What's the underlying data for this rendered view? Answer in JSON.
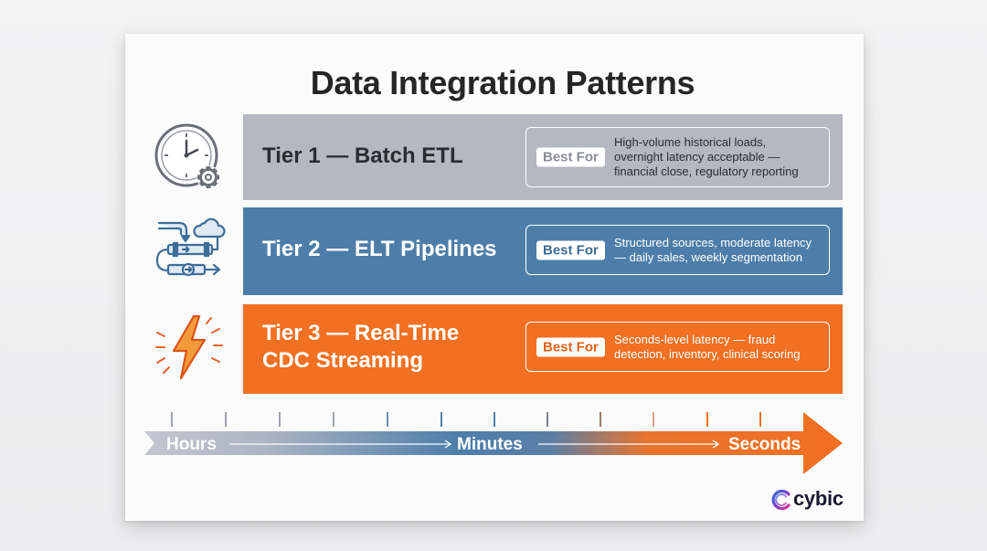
{
  "title": "Data Integration Patterns",
  "tiers": [
    {
      "label": "Tier 1 — Batch ETL",
      "best_for_label": "Best For",
      "best_for_text": "High-volume historical loads,\novernight latency acceptable —\nfinancial close, regulatory reporting",
      "icon": "clock-gear-icon",
      "color": "#b5b8c1"
    },
    {
      "label": "Tier 2 — ELT Pipelines",
      "best_for_label": "Best For",
      "best_for_text": "Structured sources, moderate latency\n— daily sales, weekly segmentation",
      "icon": "pipeline-cloud-icon",
      "color": "#4d7eaa"
    },
    {
      "label": "Tier 3 — Real-Time\nCDC Streaming",
      "best_for_label": "Best For",
      "best_for_text": "Seconds-level latency — fraud\ndetection, inventory, clinical scoring",
      "icon": "lightning-bolt-icon",
      "color": "#f27022"
    }
  ],
  "timeline": {
    "labels": [
      "Hours",
      "Minutes",
      "Seconds"
    ],
    "colors": {
      "start": "#b8bcc6",
      "mid": "#4d7eaa",
      "end": "#f27022"
    }
  },
  "logo": {
    "text": "cybic",
    "icon": "cybic-logo-icon"
  }
}
